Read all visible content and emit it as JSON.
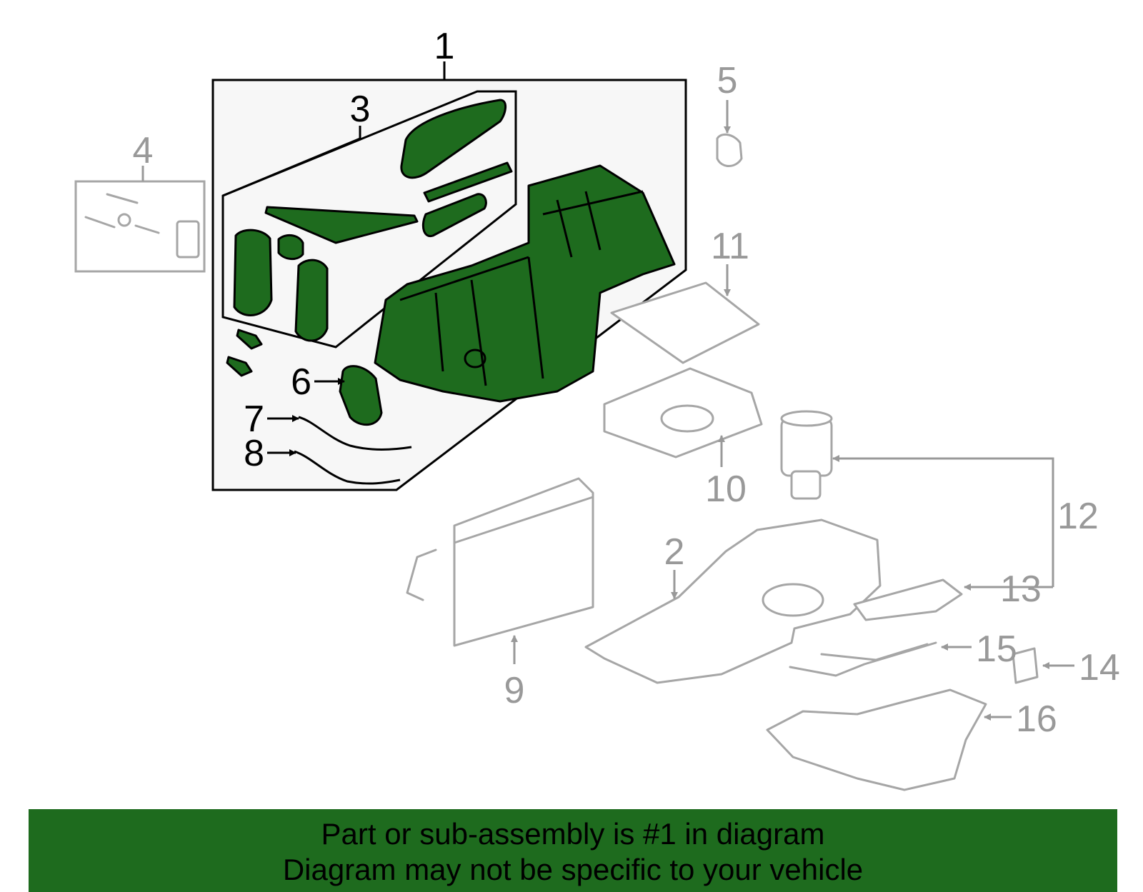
{
  "labels": {
    "p1": "1",
    "p2": "2",
    "p3": "3",
    "p4": "4",
    "p5": "5",
    "p6": "6",
    "p7": "7",
    "p8": "8",
    "p9": "9",
    "p10": "10",
    "p11": "11",
    "p12": "12",
    "p13": "13",
    "p14": "14",
    "p15": "15",
    "p16": "16"
  },
  "banner": {
    "line1": "Part or sub-assembly is #1 in diagram",
    "line2": "Diagram may not be specific to your vehicle"
  },
  "colors": {
    "highlight": "#1e6b1e",
    "outline": "#000000",
    "other_parts": "#a6a6a6"
  }
}
